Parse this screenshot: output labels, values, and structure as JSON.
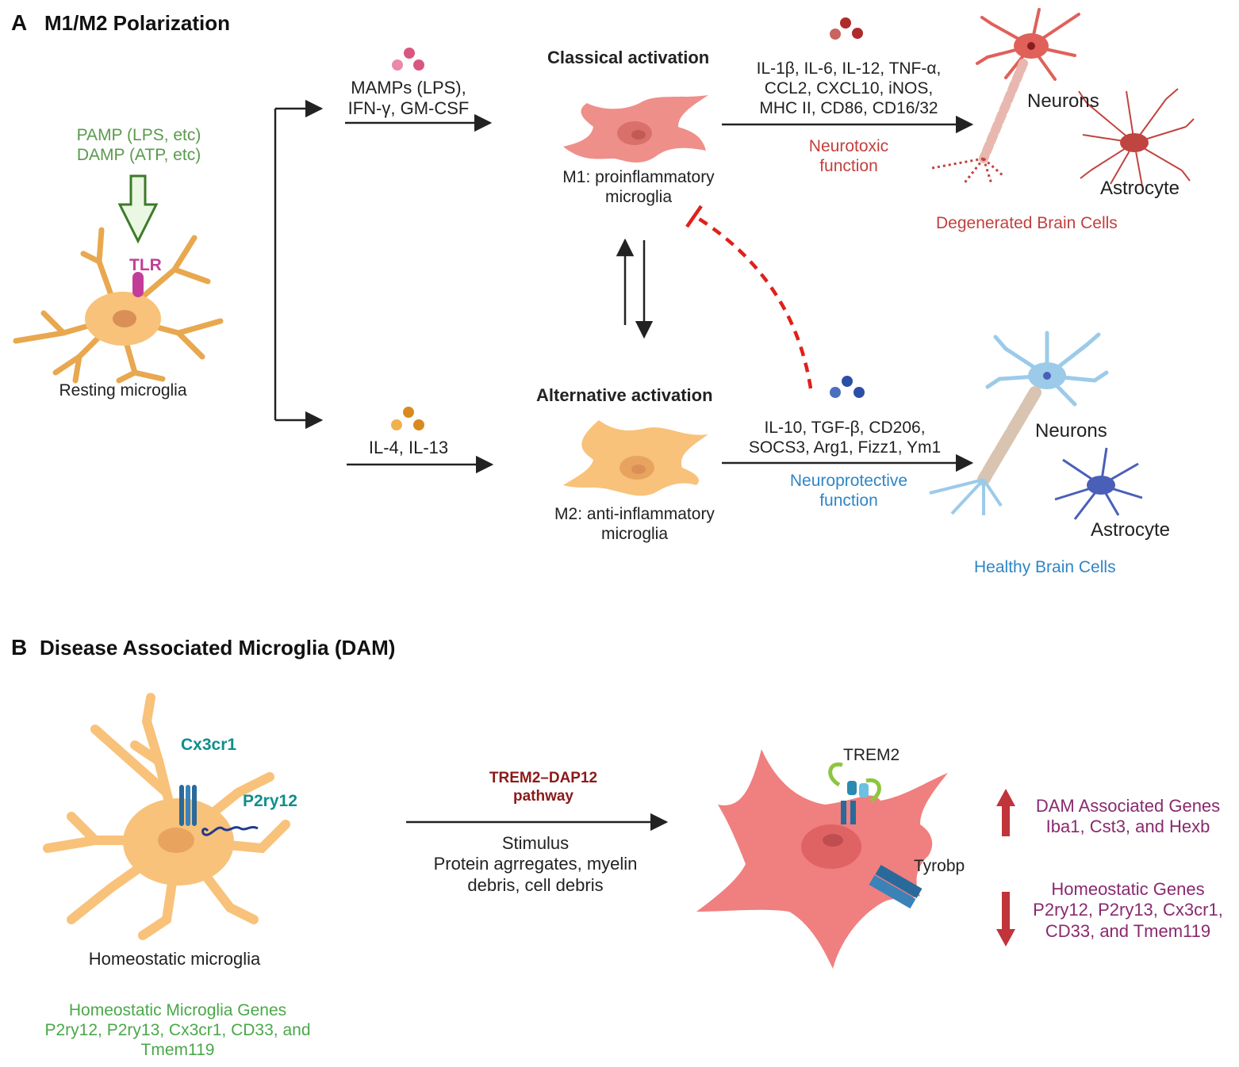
{
  "panel_a": {
    "letter": "A",
    "title": "M1/M2 Polarization",
    "stimulus": "PAMP (LPS, etc)\nDAMP (ATP, etc)",
    "receptor": "TLR",
    "resting_label": "Resting microglia",
    "m1_inducers": "MAMPs (LPS),\nIFN-γ, GM-CSF",
    "m2_inducers": "IL-4, IL-13",
    "classical_title": "Classical activation",
    "m1_label": "M1: proinflammatory\nmicroglia",
    "m1_cytokines": "IL-1β, IL-6, IL-12, TNF-α,\nCCL2, CXCL10, iNOS,\nMHC II, CD86, CD16/32",
    "neurotoxic": "Neurotoxic\nfunction",
    "neurons_top": "Neurons",
    "astrocyte_top": "Astrocyte",
    "degenerated": "Degenerated Brain Cells",
    "alternative_title": "Alternative activation",
    "m2_label": "M2: anti-inflammatory\nmicroglia",
    "m2_cytokines": "IL-10, TGF-β, CD206,\nSOCS3, Arg1, Fizz1, Ym1",
    "neuroprotective": "Neuroprotective\nfunction",
    "neurons_bottom": "Neurons",
    "astrocyte_bottom": "Astrocyte",
    "healthy": "Healthy Brain Cells"
  },
  "panel_b": {
    "letter": "B",
    "title": "Disease Associated Microglia (DAM)",
    "cx3cr1": "Cx3cr1",
    "p2ry12": "P2ry12",
    "homeostatic_label": "Homeostatic microglia",
    "homeostatic_genes": "Homeostatic Microglia Genes\nP2ry12, P2ry13, Cx3cr1, CD33, and\nTmem119",
    "pathway": "TREM2–DAP12\npathway",
    "stimulus": "Stimulus\nProtein agrregates, myelin\ndebris,  cell debris",
    "trem2": "TREM2",
    "tyrobp": "Tyrobp",
    "dam_genes": "DAM Associated Genes\nIba1, Cst3, and Hexb",
    "homeostatic_down": "Homeostatic Genes\nP2ry12, P2ry13, Cx3cr1,\nCD33, and Tmem119"
  },
  "colors": {
    "resting_cell": "#f8c27a",
    "m1_cell": "#ef8f8a",
    "dam_cell": "#f07f7f",
    "degenerated_neuron": "#e0605a",
    "healthy_neuron": "#9ccbe9",
    "healthy_astrocyte": "#4a5fb8",
    "stimulus_arrow": "#3d7a2a",
    "inhibition": "#e0201a",
    "regulation_arrow": "#c0343a"
  }
}
